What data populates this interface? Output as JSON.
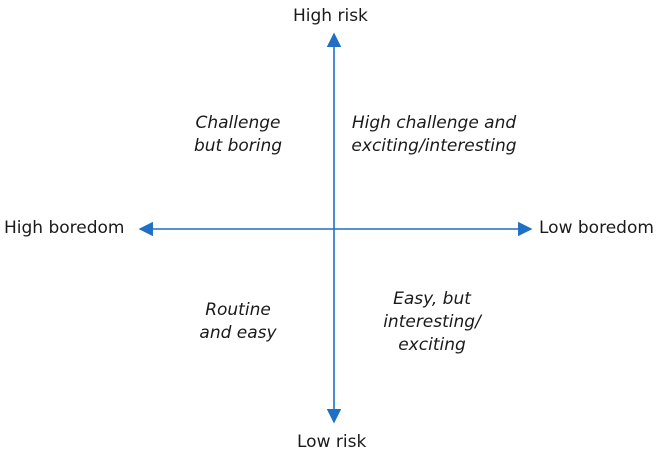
{
  "axes": {
    "top": "High risk",
    "bottom": "Low risk",
    "left": "High boredom",
    "right": "Low boredom",
    "color": "#1f6fc6"
  },
  "quadrants": {
    "top_left": [
      "Challenge",
      "but boring"
    ],
    "top_right": [
      "High challenge and",
      "exciting/interesting"
    ],
    "bottom_left": [
      "Routine",
      "and easy"
    ],
    "bottom_right": [
      "Easy, but",
      "interesting/",
      "exciting"
    ]
  }
}
